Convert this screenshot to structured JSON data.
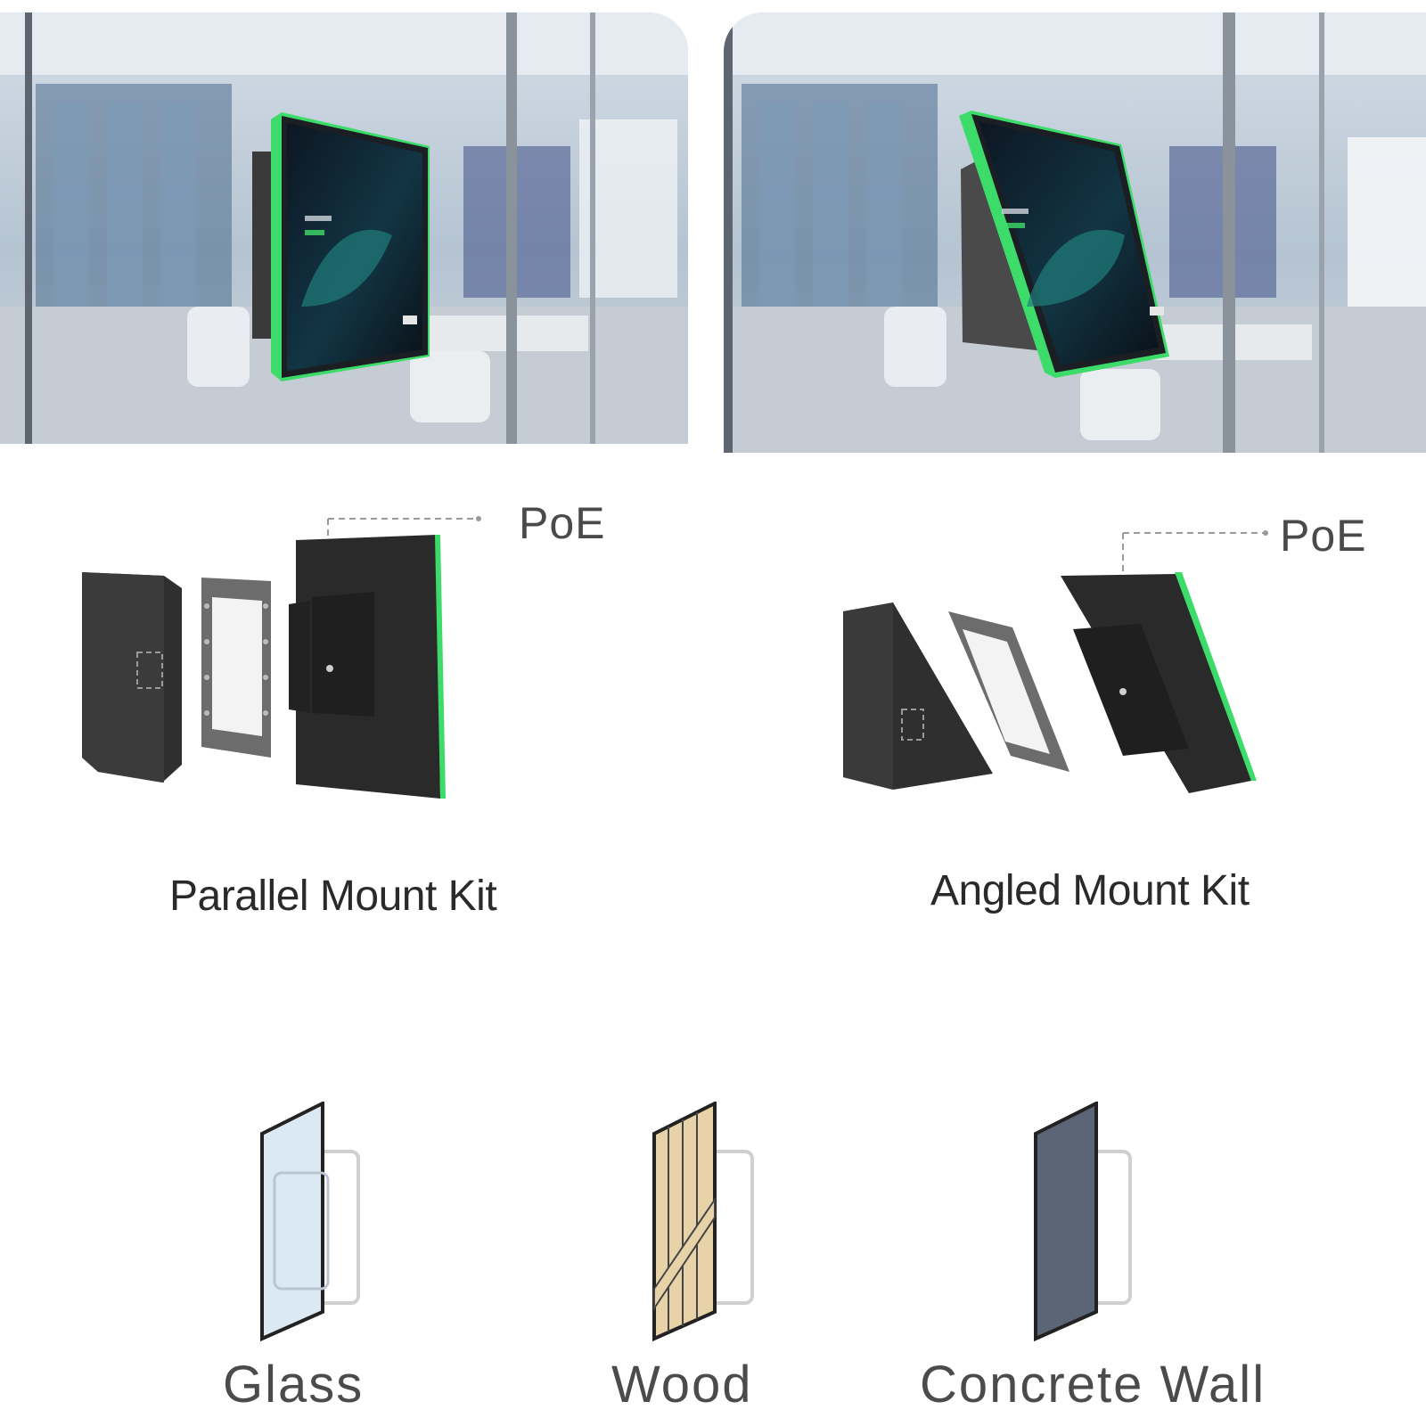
{
  "mount_kits": [
    {
      "label": "Parallel Mount Kit",
      "port_label": "PoE"
    },
    {
      "label": "Angled Mount Kit",
      "port_label": "PoE"
    }
  ],
  "surfaces": [
    {
      "label": "Glass"
    },
    {
      "label": "Wood"
    },
    {
      "label": "Concrete Wall"
    }
  ],
  "colors": {
    "led_accent": "#3ddc6a",
    "device_body": "#2b2b2b",
    "glass_tint": "#dbe9f5",
    "wood_tint": "#e8d3a8",
    "concrete_tint": "#5c6575"
  }
}
